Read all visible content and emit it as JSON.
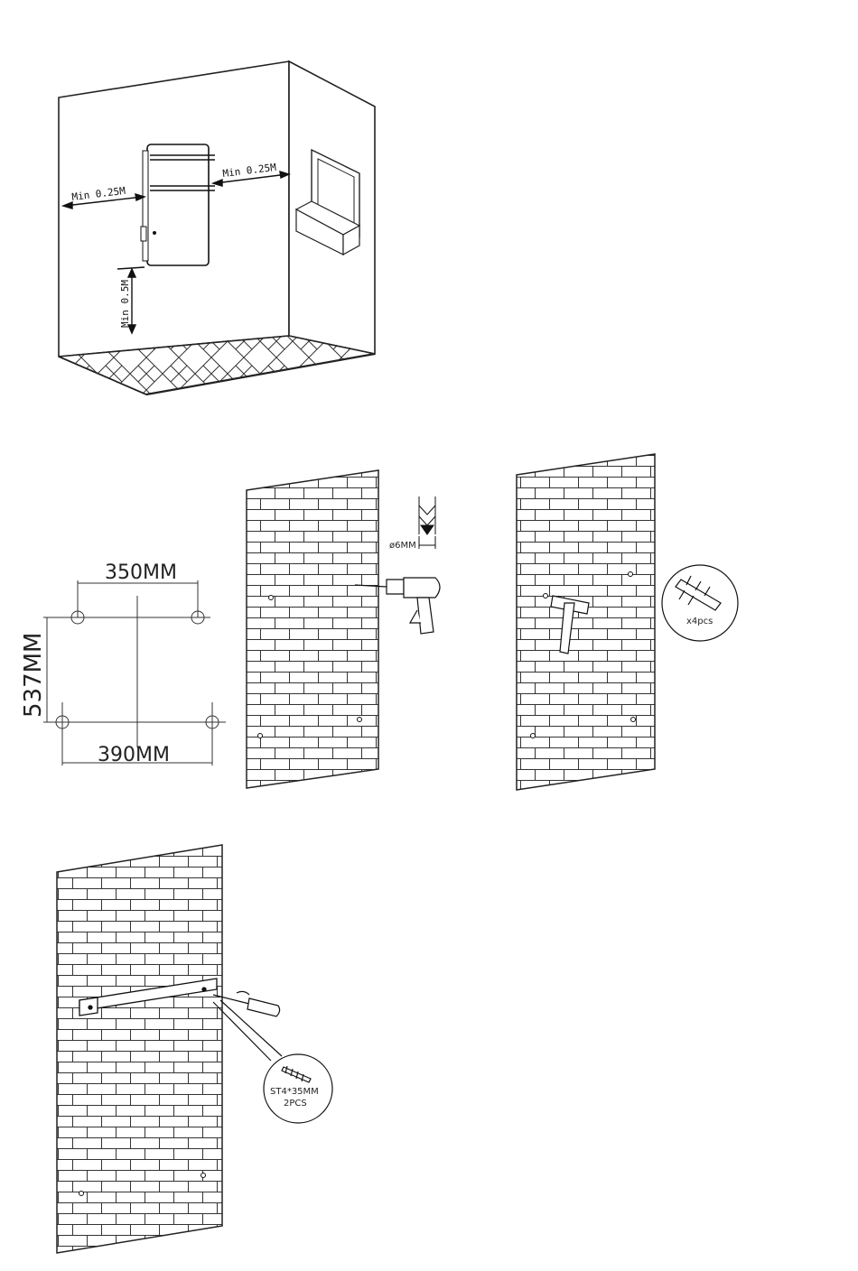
{
  "room": {
    "clearance_side_left": "Min  0.25M",
    "clearance_side_right": "Min  0.25M",
    "clearance_floor": "Min  0.5M"
  },
  "hole_template": {
    "top_spacing": "350MM",
    "vertical_spacing": "537MM",
    "bottom_spacing": "390MM"
  },
  "drilling": {
    "drill_bit_size": "ø6MM"
  },
  "anchors": {
    "quantity": "x4pcs"
  },
  "screws": {
    "spec": "ST4*35MM",
    "quantity": "2PCS"
  }
}
